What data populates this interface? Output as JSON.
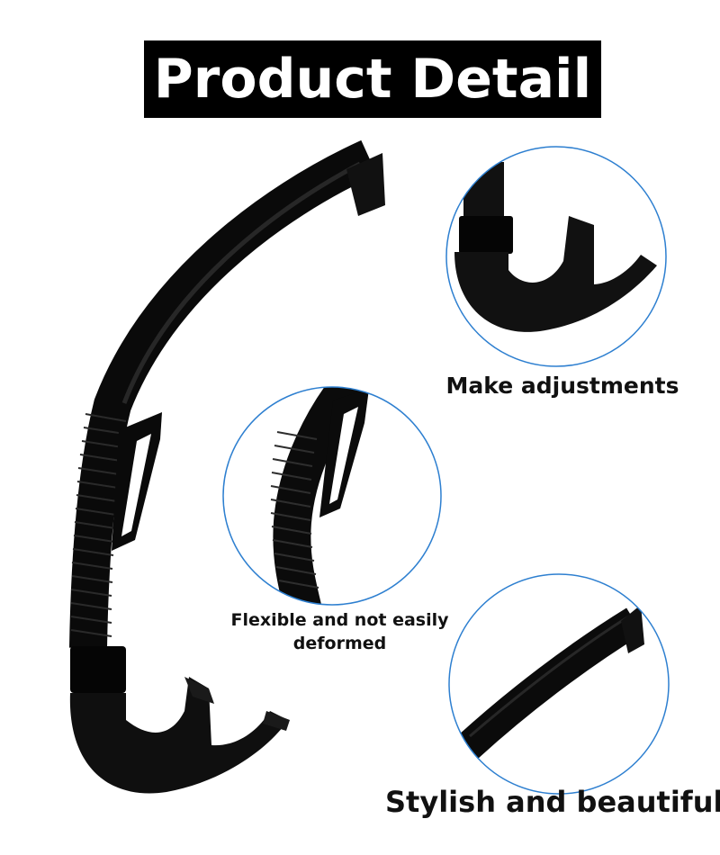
{
  "title": "Product Detail",
  "features": [
    {
      "caption": "Make adjustments"
    },
    {
      "caption": "Flexible and not easily",
      "caption_line2": "deformed"
    },
    {
      "caption": "Stylish and beautiful"
    }
  ],
  "colors": {
    "banner": "#000000",
    "banner_text": "#ffffff",
    "circle_outline": "#2d7fd0",
    "product": "#0d0d0d"
  }
}
